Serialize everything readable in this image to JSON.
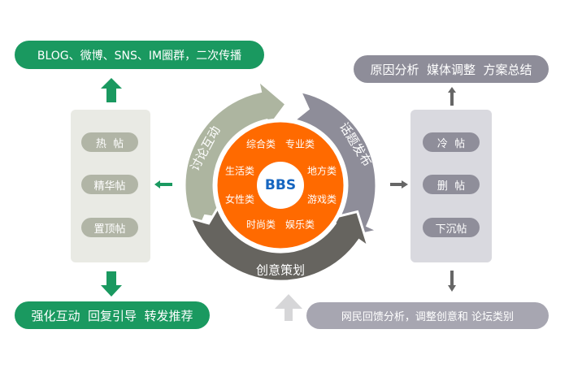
{
  "top_left_banner": "BLOG、微博、SNS、IM圈群，二次传播",
  "bottom_left_banner": "强化互动  回复引导  转发推荐",
  "top_right_banner": "原因分析  媒体调整  方案总结",
  "bottom_right_banner": "网民回馈分析，调整创意和 论坛类别",
  "left_panel": [
    "热  帖",
    "精华帖",
    "置顶帖"
  ],
  "right_panel": [
    "冷  帖",
    "删  帖",
    "下沉帖"
  ],
  "cycle": {
    "discuss": "讨论互动",
    "publish": "话题发布",
    "plan": "创意策划"
  },
  "center": "BBS",
  "categories": [
    "综合类",
    "专业类",
    "生活类",
    "地方类",
    "女性类",
    "游戏类",
    "时尚类",
    "娱乐类"
  ],
  "colors": {
    "green": "#1a9960",
    "discuss": "#adb5a0",
    "publish": "#8e8d99",
    "plan": "#66645f",
    "orange": "#ff6a00",
    "bbs": "#1565c0"
  }
}
